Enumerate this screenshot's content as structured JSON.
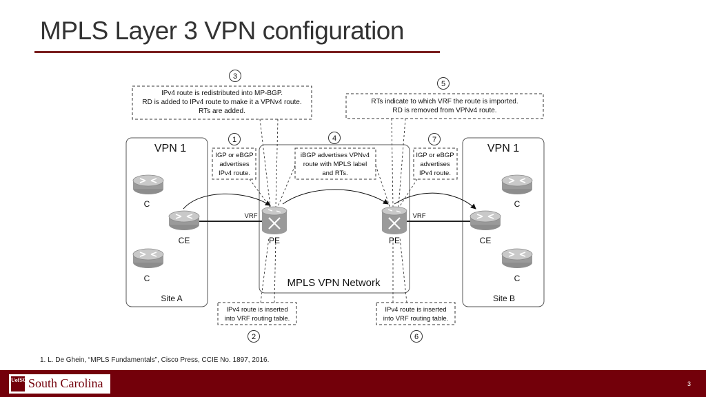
{
  "slide": {
    "title": "MPLS Layer 3 VPN configuration",
    "citation": "1. L. De Ghein, “MPLS Fundamentals”, Cisco Press, CCIE No. 1897, 2016.",
    "page_number": "3"
  },
  "footer": {
    "logo_mark": "UofSC",
    "logo_text": "South Carolina"
  },
  "colors": {
    "brand": "#73000a",
    "title_rule": "#7a1f1f",
    "text": "#333333"
  },
  "diagram": {
    "left_site": {
      "vpn": "VPN 1",
      "site": "Site A",
      "c_top": "C",
      "c_bottom": "C",
      "ce": "CE"
    },
    "right_site": {
      "vpn": "VPN 1",
      "site": "Site B",
      "c_top": "C",
      "c_bottom": "C",
      "ce": "CE"
    },
    "network": {
      "label": "MPLS VPN Network",
      "pe_left": "PE",
      "pe_right": "PE"
    },
    "vrf_left": "VRF",
    "vrf_right": "VRF",
    "steps": {
      "s1": {
        "num": "1",
        "lines": [
          "IGP or eBGP",
          "advertises",
          "IPv4 route."
        ]
      },
      "s2": {
        "num": "2",
        "lines": [
          "IPv4 route is inserted",
          "into VRF routing table."
        ]
      },
      "s3": {
        "num": "3",
        "lines": [
          "IPv4 route is redistributed into MP-BGP.",
          "RD is added to IPv4 route to make it a VPNv4 route.",
          "RTs are added."
        ]
      },
      "s4": {
        "num": "4",
        "lines": [
          "iBGP advertises VPNv4",
          "route with MPLS label",
          "and RTs."
        ]
      },
      "s5": {
        "num": "5",
        "lines": [
          "RTs indicate to which VRF the route is imported.",
          "RD is removed from VPNv4 route."
        ]
      },
      "s6": {
        "num": "6",
        "lines": [
          "IPv4 route is inserted",
          "into VRF routing table."
        ]
      },
      "s7": {
        "num": "7",
        "lines": [
          "IGP or eBGP",
          "advertises",
          "IPv4 route."
        ]
      }
    }
  }
}
